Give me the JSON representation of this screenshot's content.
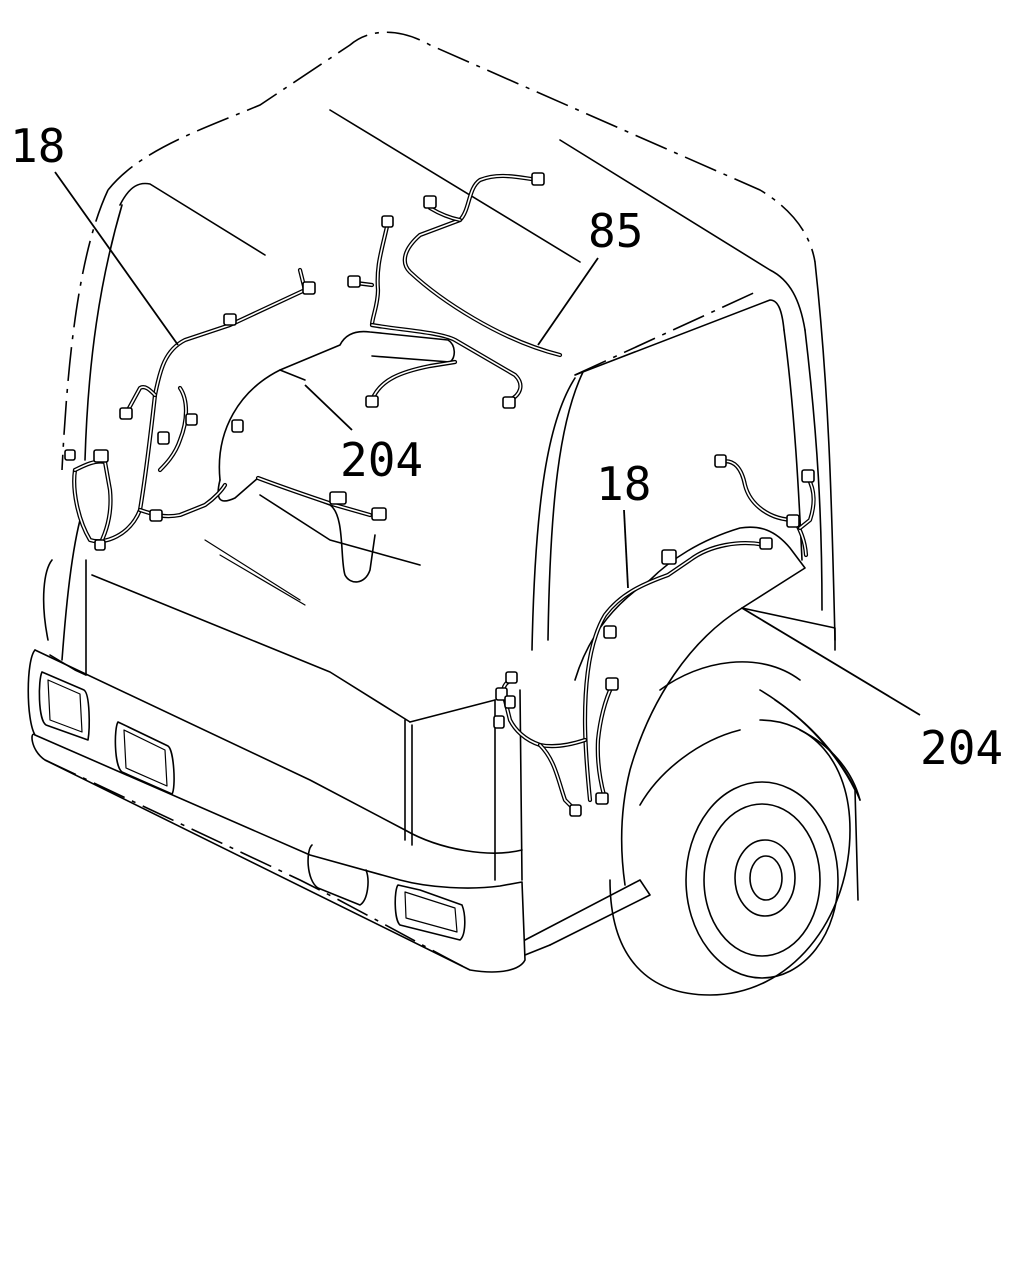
{
  "callouts": [
    {
      "id": "harness-left",
      "label": "18"
    },
    {
      "id": "roof-harness",
      "label": "85"
    },
    {
      "id": "cover-left",
      "label": "204"
    },
    {
      "id": "harness-right",
      "label": "18"
    },
    {
      "id": "cover-right",
      "label": "204"
    }
  ]
}
